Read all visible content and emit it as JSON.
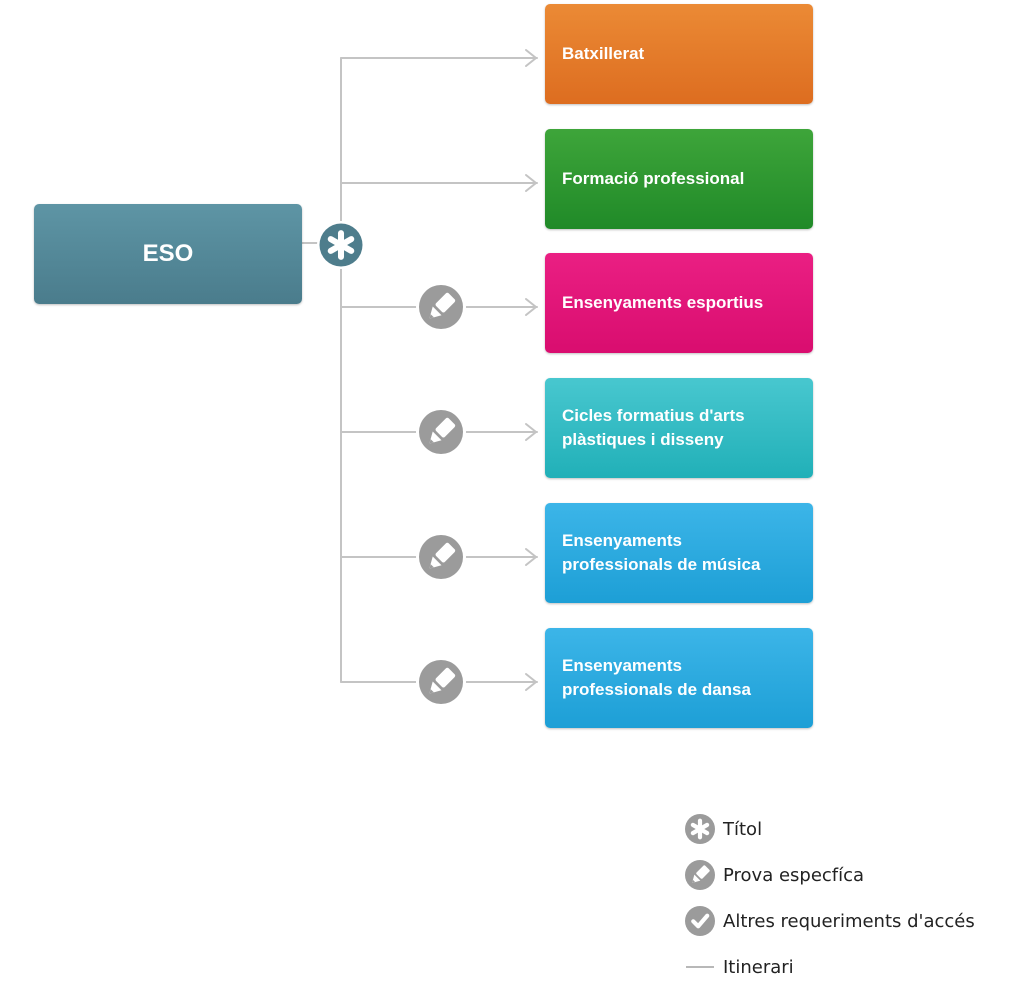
{
  "source": {
    "label": "ESO",
    "color": "#527f8f"
  },
  "targets": [
    {
      "label_lines": [
        "Batxillerat"
      ],
      "colors": [
        "#eb8a35",
        "#dd6d20"
      ],
      "marker": "title"
    },
    {
      "label_lines": [
        "Formació professional"
      ],
      "colors": [
        "#3ea53a",
        "#208a28"
      ],
      "marker": "none"
    },
    {
      "label_lines": [
        "Ensenyaments esportius"
      ],
      "colors": [
        "#ea1f83",
        "#d90d6f"
      ],
      "marker": "specific-test"
    },
    {
      "label_lines": [
        "Cicles formatius d'arts",
        "plàstiques i disseny"
      ],
      "colors": [
        "#48c7cf",
        "#21b0b8"
      ],
      "marker": "specific-test"
    },
    {
      "label_lines": [
        "Ensenyaments",
        "professionals de música"
      ],
      "colors": [
        "#3cb5e8",
        "#1d9fd6"
      ],
      "marker": "specific-test"
    },
    {
      "label_lines": [
        "Ensenyaments",
        "professionals de dansa"
      ],
      "colors": [
        "#3cb5e8",
        "#1d9fd6"
      ],
      "marker": "specific-test"
    }
  ],
  "connector_color": "#c4c4c4",
  "marker_colors": {
    "title": "#4e7d8c",
    "specific-test": "#9b9b9b",
    "other": "#9b9b9b"
  },
  "legend": [
    {
      "icon": "asterisk-icon",
      "label": "Títol"
    },
    {
      "icon": "pencil-icon",
      "label": "Prova especfíca"
    },
    {
      "icon": "checkmark-icon",
      "label": "Altres requeriments d'accés"
    },
    {
      "icon": "line-icon",
      "label": "Itinerari"
    }
  ]
}
